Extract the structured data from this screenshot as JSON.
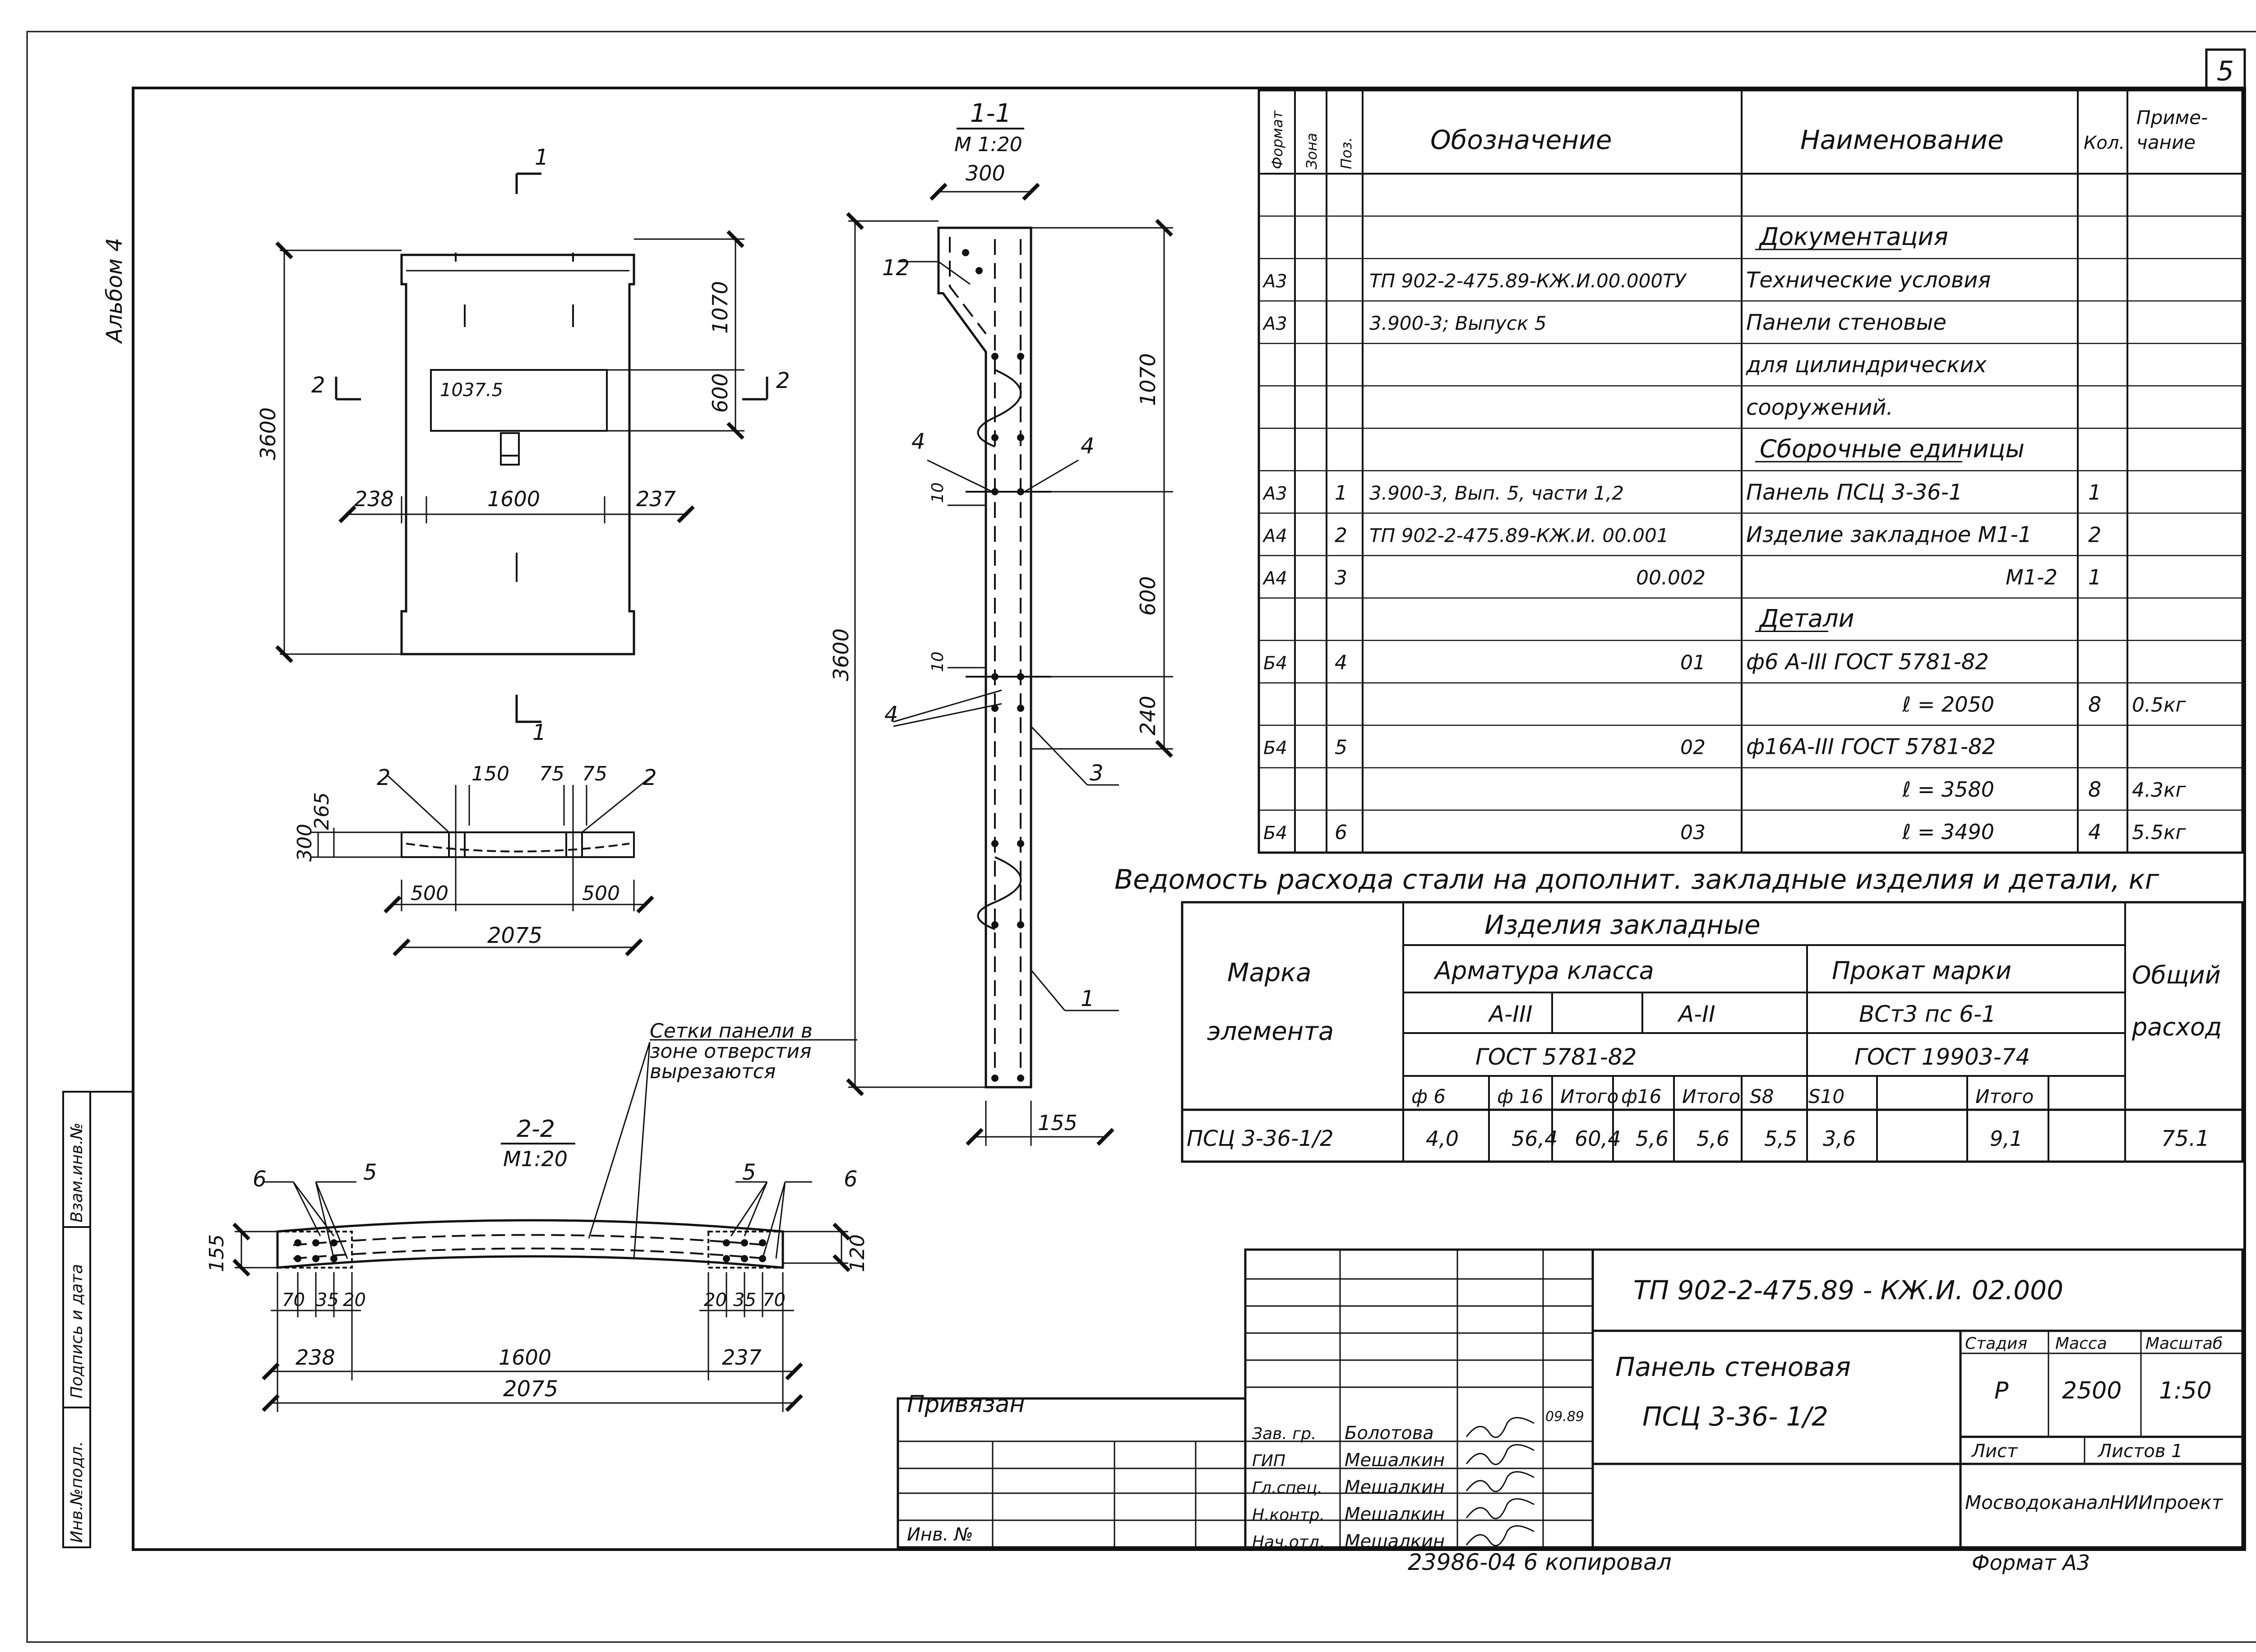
{
  "sheet": {
    "number": "5",
    "album": "Альбом 4"
  },
  "spec_table": {
    "headers": [
      "Формат",
      "Зона",
      "Поз.",
      "Обозначение",
      "Наименование",
      "Кол.",
      "Приме-",
      "чание"
    ],
    "rows": [
      {
        "format": "",
        "zone": "",
        "pos": "",
        "designation": "",
        "name": "",
        "qty": "",
        "note": ""
      },
      {
        "format": "",
        "zone": "",
        "pos": "",
        "designation": "",
        "name": "Документация",
        "qty": "",
        "note": ""
      },
      {
        "format": "А3",
        "zone": "",
        "pos": "",
        "designation": "ТП 902-2-475.89-КЖ.И.00.000ТУ",
        "name": "Технические условия",
        "qty": "",
        "note": ""
      },
      {
        "format": "А3",
        "zone": "",
        "pos": "",
        "designation": "3.900-3; Выпуск 5",
        "name": "Панели стеновые",
        "qty": "",
        "note": ""
      },
      {
        "format": "",
        "zone": "",
        "pos": "",
        "designation": "",
        "name": "для цилиндрических",
        "qty": "",
        "note": ""
      },
      {
        "format": "",
        "zone": "",
        "pos": "",
        "designation": "",
        "name": "сооружений.",
        "qty": "",
        "note": ""
      },
      {
        "format": "",
        "zone": "",
        "pos": "",
        "designation": "",
        "name": "Сборочные единицы",
        "qty": "",
        "note": ""
      },
      {
        "format": "А3",
        "zone": "",
        "pos": "1",
        "designation": "3.900-3, Вып. 5, части 1,2",
        "name": "Панель ПСЦ 3-36-1",
        "qty": "1",
        "note": ""
      },
      {
        "format": "А4",
        "zone": "",
        "pos": "2",
        "designation": "ТП 902-2-475.89-КЖ.И. 00.001",
        "name": "Изделие закладное М1-1",
        "qty": "2",
        "note": ""
      },
      {
        "format": "А4",
        "zone": "",
        "pos": "3",
        "designation": "00.002",
        "name": "М1-2",
        "qty": "1",
        "note": ""
      },
      {
        "format": "",
        "zone": "",
        "pos": "",
        "designation": "",
        "name": "Детали",
        "qty": "",
        "note": ""
      },
      {
        "format": "Б4",
        "zone": "",
        "pos": "4",
        "designation": "01",
        "name": "ф6 А-III ГОСТ 5781-82",
        "qty": "",
        "note": ""
      },
      {
        "format": "",
        "zone": "",
        "pos": "",
        "designation": "",
        "name": "ℓ = 2050",
        "qty": "8",
        "note": "0.5кг"
      },
      {
        "format": "Б4",
        "zone": "",
        "pos": "5",
        "designation": "02",
        "name": "ф16А-III ГОСТ 5781-82",
        "qty": "",
        "note": ""
      },
      {
        "format": "",
        "zone": "",
        "pos": "",
        "designation": "",
        "name": "ℓ = 3580",
        "qty": "8",
        "note": "4.3кг"
      },
      {
        "format": "Б4",
        "zone": "",
        "pos": "6",
        "designation": "03",
        "name": "ℓ = 3490",
        "qty": "4",
        "note": "5.5кг"
      }
    ]
  },
  "steel_table": {
    "title": "Ведомость расхода стали на дополнит. закладные изделия и детали, кг",
    "mark_label_1": "Марка",
    "mark_label_2": "элемента",
    "group": "Изделия закладные",
    "armatura": "Арматура класса",
    "prokat": "Прокат марки",
    "a3": "А-III",
    "a2": "А-II",
    "vst": "ВСт3 пс 6-1",
    "gost1": "ГОСТ 5781-82",
    "gost2": "ГОСТ 19903-74",
    "total_1": "Общий",
    "total_2": "расход",
    "cols": [
      "ф 6",
      "ф 16",
      "Итого",
      "ф16",
      "Итого",
      "S8",
      "S10",
      "",
      "Итого"
    ],
    "row": {
      "mark": "ПСЦ 3-36-1/2",
      "values": [
        "4,0",
        "56,4",
        "60,4",
        "5,6",
        "5,6",
        "5,5",
        "3,6",
        "",
        "9,1"
      ],
      "total": "75.1"
    }
  },
  "title_block": {
    "code": "ТП 902-2-475.89 - КЖ.И. 02.000",
    "name_1": "Панель стеновая",
    "name_2": "ПСЦ 3-36- 1/2",
    "stage_label": "Стадия",
    "mass_label": "Масса",
    "scale_label": "Масштаб",
    "stage": "Р",
    "mass": "2500",
    "scale": "1:50",
    "sheet_label": "Лист",
    "sheets_label": "Листов 1",
    "org": "МосводоканалНИИпроект",
    "bound": "Привязан",
    "inv": "Инв. №",
    "date": "09.89",
    "people": [
      {
        "role": "Зав. гр.",
        "name": "Болотова"
      },
      {
        "role": "ГИП",
        "name": "Мешалкин"
      },
      {
        "role": "Гл.спец.",
        "name": "Мешалкин"
      },
      {
        "role": "Н.контр.",
        "name": "Мешалкин"
      },
      {
        "role": "Нач.отд.",
        "name": "Мешалкин"
      }
    ],
    "footer": "23986-04 6 копировал",
    "format": "Формат А3"
  },
  "side_strip": {
    "l1": "Инв.№подл.",
    "l2": "Подпись и дата",
    "l3": "Взам.инв.№"
  },
  "front_view": {
    "d3600": "3600",
    "d1070": "1070",
    "d600": "600",
    "d238": "238",
    "d1600": "1600",
    "d237": "237",
    "opening": "1037.5",
    "s1": "1",
    "s2": "2"
  },
  "plan_view": {
    "d265": "265",
    "d300": "300",
    "d150": "150",
    "d75a": "75",
    "d75b": "75",
    "d500a": "500",
    "d500b": "500",
    "d2075": "2075",
    "p2a": "2",
    "p2b": "2"
  },
  "section_11": {
    "title": "1-1",
    "scale": "М 1:20",
    "d300": "300",
    "d1070": "1070",
    "d600": "600",
    "d240": "240",
    "d3600": "3600",
    "d155": "155",
    "d10a": "10",
    "d10b": "10",
    "p12": "12",
    "p4a": "4",
    "p4b": "4",
    "p4c": "4",
    "p3": "3",
    "p1": "1"
  },
  "section_22": {
    "title": "2-2",
    "scale": "М1:20",
    "note_1": "Сетки панели в",
    "note_2": "зоне отверстия",
    "note_3": "вырезаются",
    "d155": "155",
    "d120": "120",
    "d70a": "70",
    "d35a": "35",
    "d20a": "20",
    "d20b": "20",
    "d35b": "35",
    "d70b": "70",
    "d238": "238",
    "d1600": "1600",
    "d237": "237",
    "d2075": "2075",
    "p6a": "6",
    "p5a": "5",
    "p5b": "5",
    "p6b": "6"
  }
}
